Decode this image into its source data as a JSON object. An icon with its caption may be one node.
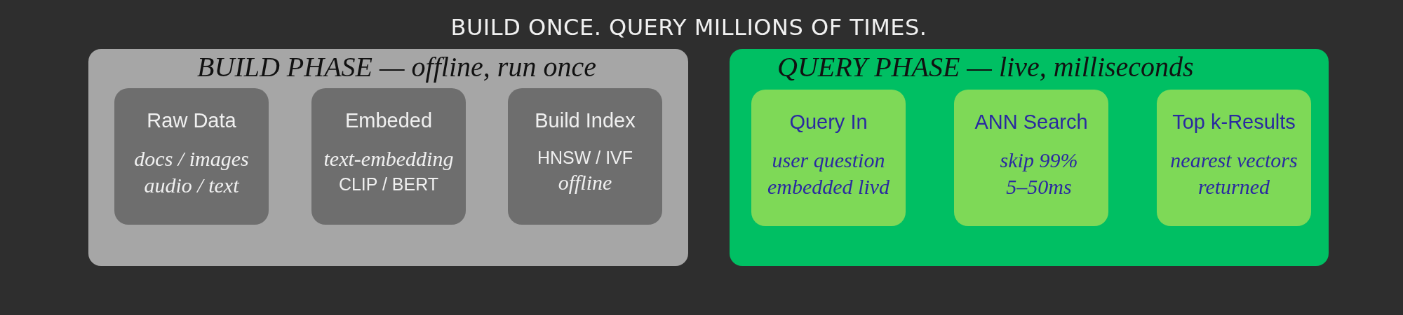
{
  "diagram": {
    "title": "BUILD ONCE. QUERY MILLIONS OF TIMES.",
    "nodes": [
      {
        "text": [
          "BUILD PHASE — offline, run once"
        ]
      },
      {
        "text": [
          "Raw Data",
          "docs / images audio / text"
        ],
        "in": 0
      },
      {
        "text": [
          "Embeded",
          "text-embedding",
          "CLIP / BERT"
        ],
        "in": 0
      },
      {
        "text": [
          "Build Index",
          "HNSW / IVF",
          "offline"
        ],
        "in": 0
      },
      {
        "text": [
          "QUERY PHASE — live, milliseconds"
        ]
      },
      {
        "text": [
          "Query In",
          "user question embedded livd"
        ],
        "in": 4
      },
      {
        "text": [
          "ANN Search",
          "skip 99% 5–50ms"
        ],
        "in": 4
      },
      {
        "text": [
          "Top k-Results",
          "nearest vectors returned"
        ],
        "in": 4
      }
    ]
  }
}
